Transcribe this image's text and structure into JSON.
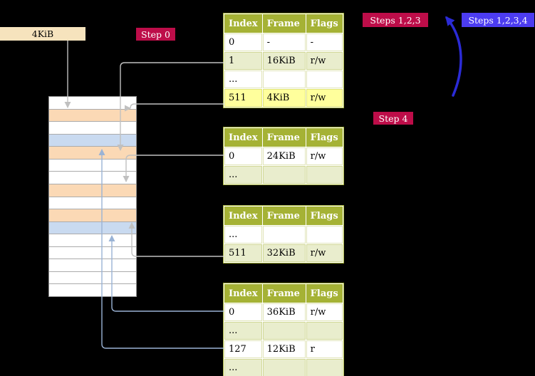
{
  "colors": {
    "background": "#000000",
    "olive-header": "#a5b235",
    "row-light": "#e9edcd",
    "row-white": "#ffffff",
    "highlight-yellow": "#ffff9c",
    "badge-red": "#bd0d49",
    "badge-blue": "#4c3cf0",
    "label-beige": "#f6e3bd",
    "frame-peach": "#fbd9b5",
    "frame-blue": "#c9daf0",
    "arrow-silver": "#c0c0c0",
    "arrow-lightblue": "#9ab3d5",
    "arrow-bigblue": "#2b2bd6"
  },
  "labels": {
    "frame_size": "4KiB",
    "step0": "Step 0",
    "steps123": "Steps 1,2,3",
    "steps1234": "Steps 1,2,3,4",
    "step4": "Step 4"
  },
  "memory_stack": {
    "rows": [
      "white",
      "peach",
      "white",
      "blue",
      "peach",
      "white",
      "white",
      "peach",
      "white",
      "peach",
      "blue",
      "white",
      "white",
      "white",
      "white",
      "white"
    ]
  },
  "tables": [
    {
      "headers": [
        "Index",
        "Frame",
        "Flags"
      ],
      "rows": [
        {
          "cells": [
            "0",
            "-",
            "-"
          ],
          "highlight": false
        },
        {
          "cells": [
            "1",
            "16KiB",
            "r/w"
          ],
          "highlight": false
        },
        {
          "cells": [
            "...",
            "",
            ""
          ],
          "highlight": false
        },
        {
          "cells": [
            "511",
            "4KiB",
            "r/w"
          ],
          "highlight": true
        }
      ]
    },
    {
      "headers": [
        "Index",
        "Frame",
        "Flags"
      ],
      "rows": [
        {
          "cells": [
            "0",
            "24KiB",
            "r/w"
          ],
          "highlight": false
        },
        {
          "cells": [
            "...",
            "",
            ""
          ],
          "highlight": false
        }
      ]
    },
    {
      "headers": [
        "Index",
        "Frame",
        "Flags"
      ],
      "rows": [
        {
          "cells": [
            "...",
            "",
            ""
          ],
          "highlight": false
        },
        {
          "cells": [
            "511",
            "32KiB",
            "r/w"
          ],
          "highlight": false
        }
      ]
    },
    {
      "headers": [
        "Index",
        "Frame",
        "Flags"
      ],
      "rows": [
        {
          "cells": [
            "0",
            "36KiB",
            "r/w"
          ],
          "highlight": false
        },
        {
          "cells": [
            "...",
            "",
            ""
          ],
          "highlight": false
        },
        {
          "cells": [
            "127",
            "12KiB",
            "r"
          ],
          "highlight": false
        },
        {
          "cells": [
            "...",
            "",
            ""
          ],
          "highlight": false
        }
      ]
    }
  ]
}
